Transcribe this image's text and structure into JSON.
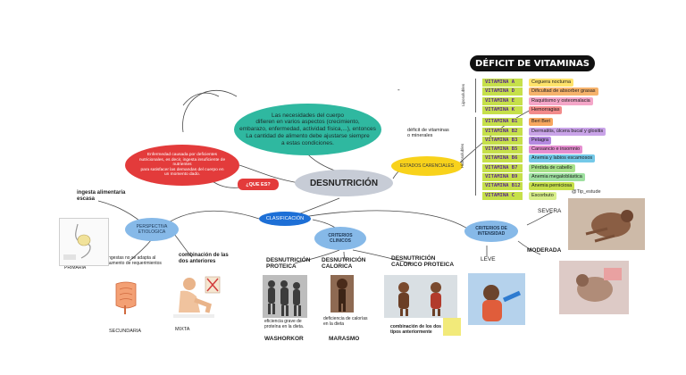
{
  "center": {
    "title": "DESNUTRICIÓN"
  },
  "top_bubble": {
    "text": "Las necesidades del cuerpo\ndifieren en varios aspectos (crecimiento,\nembarazo, enfermedad, actividad física,...), entonces\nLa cantidad de alimento debe ajustarse siempre\na estas condiciones."
  },
  "red_bubble": {
    "text": "Enfermedad causada por deficientes\nnutricionales, es decir, ingesta insuficiente de\nnutrientes\npara satisfacer las demandas del cuerpo en\nun momento dado."
  },
  "que_es": {
    "label": "¿QUE ES?"
  },
  "estados": {
    "label": "ESTADOS CARENCIALES",
    "note": "déficit de vitaminas\no minerales"
  },
  "dash": "-",
  "clasificacion": {
    "label": "CLASIFICACIÓN"
  },
  "perspectiva": {
    "label": "PERSPECTIVA\nETIOLOGICA",
    "ingesta": "ingesta alimentaria\nescasa",
    "primaria": "PRIMARIA",
    "ingestas_no_adapta": "ingestas no se adapta al\naumento de requerimientos",
    "combinacion": "combinación de las\ndos anteriores",
    "secundaria": "SECUNDARIA",
    "mixta": "MIXTA"
  },
  "clinicos": {
    "label": "CRITERIOS\nCLINICOS",
    "proteica_title": "DESNUTRICIÓN\nPROTEICA",
    "proteica_desc": "eficiencia grave de\nproteína en la dieta.",
    "proteica_name": "WASHORKOR",
    "calorica_title": "DESNUTRICIÓN\nCALORICA",
    "calorica_desc": "deficiencia de calorías\nen la dieta",
    "calorica_name": "MARASMO",
    "cp_title": "DESNUTRICIÓN\nCALORICO PROTEICA",
    "cp_desc": "combinación de los dos\ntipos anteriormente"
  },
  "intensidad": {
    "label": "CRITERIOS DE\nINTENSIDAD",
    "severa": "SEVERA",
    "moderada": "MODERADA",
    "leve": "LEVE"
  },
  "vitaminas": {
    "title": "DÉFICIT DE VITAMINAS",
    "group_lipo": "Liposolubles",
    "group_hidro": "Hidrosolubles",
    "credit": "@Tip_estude",
    "rows": [
      {
        "name": "VITAMINA A",
        "desc": "Ceguera nocturna",
        "color": "#ffe36b"
      },
      {
        "name": "VITAMINA D",
        "desc": "Dificultad de absorber grasas",
        "color": "#f6b26b"
      },
      {
        "name": "VITAMINA E",
        "desc": "Raquitismo y osteomalacia",
        "color": "#f4a6c8"
      },
      {
        "name": "VITAMINA K",
        "desc": "Hemorragias",
        "color": "#f28b8b"
      },
      {
        "name": "VITAMINA B1",
        "desc": "Beri Beri",
        "color": "#f7a75f"
      },
      {
        "name": "VITAMINA B2",
        "desc": "Dermatitis, úlcera bucal y glositis",
        "color": "#c9a3e8"
      },
      {
        "name": "VITAMINA B3",
        "desc": "Pelagra",
        "color": "#b48ae0"
      },
      {
        "name": "VITAMINA B5",
        "desc": "Cansancio e insomnio",
        "color": "#e58fd0"
      },
      {
        "name": "VITAMINA B6",
        "desc": "Anemia y labios escamosos",
        "color": "#74c9e8"
      },
      {
        "name": "VITAMINA B7",
        "desc": "Pérdida de cabello",
        "color": "#a8e28a"
      },
      {
        "name": "VITAMINA B9",
        "desc": "Anemia megaloblástica",
        "color": "#9ee0a0"
      },
      {
        "name": "VITAMINA B12",
        "desc": "Anemia perniciosa",
        "color": "#c6e04a"
      },
      {
        "name": "VITAMINA C",
        "desc": "Escorbuto",
        "color": "#d8ef8a"
      }
    ]
  },
  "colors": {
    "teal": "#2fb8a0",
    "red": "#e33b3b",
    "grey": "#c7ccd6",
    "yellow": "#f8d21b",
    "blue": "#1d6fd6",
    "lightblue": "#86b9e8"
  }
}
